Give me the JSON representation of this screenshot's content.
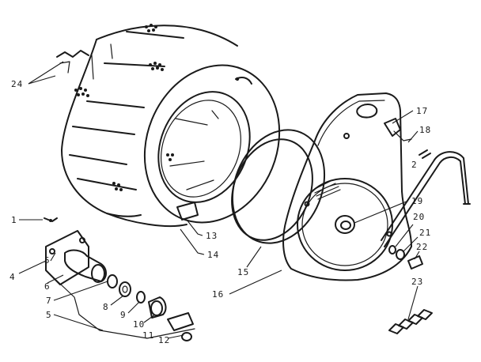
{
  "callouts": {
    "c1": "1",
    "c2": "2",
    "c4": "4",
    "c5a": "5",
    "c5b": "5",
    "c6": "6",
    "c7": "7",
    "c8": "8",
    "c9": "9",
    "c10": "10",
    "c11": "11",
    "c12": "12",
    "c13": "13",
    "c14": "14",
    "c15": "15",
    "c16": "16",
    "c17": "17",
    "c18": "18",
    "c19": "19",
    "c20": "20",
    "c21": "21",
    "c22": "22",
    "c23": "23",
    "c24": "24"
  }
}
